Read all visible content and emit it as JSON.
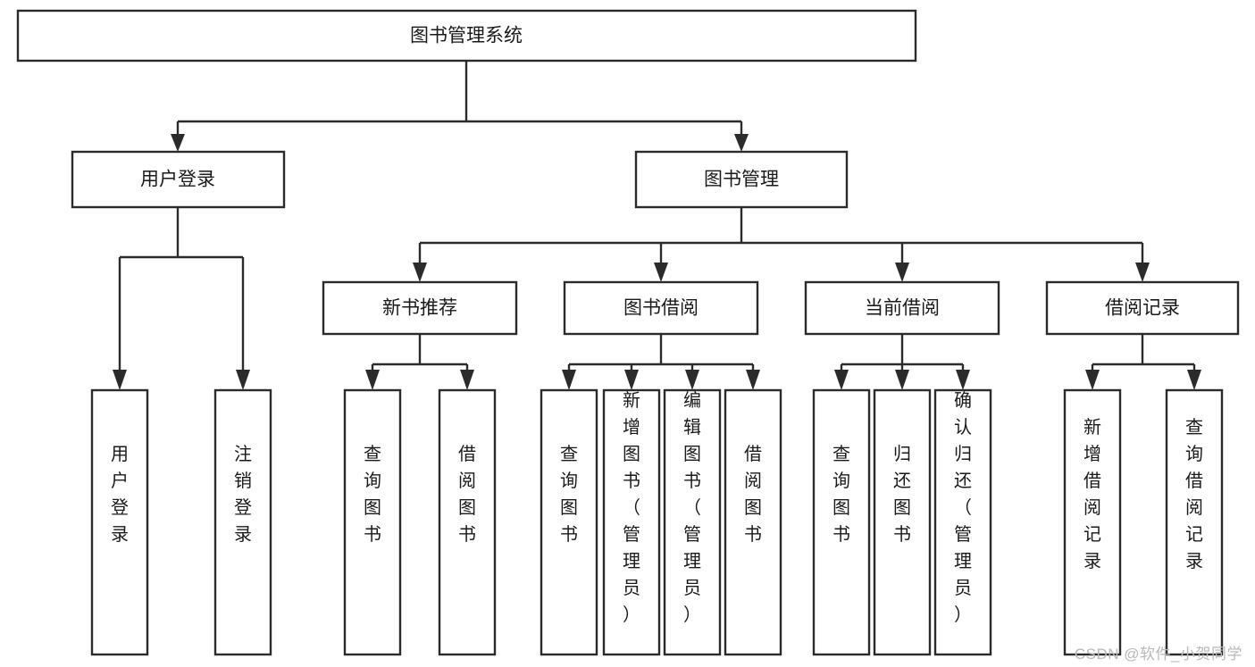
{
  "diagram": {
    "type": "tree-hierarchy",
    "title": "图书管理系统",
    "watermark": "CSDN @软件_小贺同学",
    "colors": {
      "stroke": "#2b2b2b",
      "fill": "#ffffff",
      "text": "#1a1a1a",
      "watermark": "#b9b9b9",
      "background": "#ffffff"
    },
    "levels": [
      {
        "level": 1,
        "nodes": [
          {
            "id": "root",
            "label": "图书管理系统",
            "orientation": "horizontal"
          }
        ]
      },
      {
        "level": 2,
        "nodes": [
          {
            "id": "user-login",
            "label": "用户登录",
            "orientation": "horizontal",
            "parent": "root"
          },
          {
            "id": "book-manage",
            "label": "图书管理",
            "orientation": "horizontal",
            "parent": "root"
          }
        ]
      },
      {
        "level": 3,
        "nodes": [
          {
            "id": "new-book-rec",
            "label": "新书推荐",
            "orientation": "horizontal",
            "parent": "book-manage"
          },
          {
            "id": "book-borrow",
            "label": "图书借阅",
            "orientation": "horizontal",
            "parent": "book-manage"
          },
          {
            "id": "current-borrow",
            "label": "当前借阅",
            "orientation": "horizontal",
            "parent": "book-manage"
          },
          {
            "id": "borrow-record",
            "label": "借阅记录",
            "orientation": "horizontal",
            "parent": "book-manage"
          }
        ]
      },
      {
        "level": 4,
        "nodes": [
          {
            "id": "leaf-user-login",
            "label": "用户登录",
            "orientation": "vertical",
            "parent": "user-login"
          },
          {
            "id": "leaf-logout",
            "label": "注销登录",
            "orientation": "vertical",
            "parent": "user-login"
          },
          {
            "id": "leaf-query-book-1",
            "label": "查询图书",
            "orientation": "vertical",
            "parent": "new-book-rec"
          },
          {
            "id": "leaf-borrow-book-1",
            "label": "借阅图书",
            "orientation": "vertical",
            "parent": "new-book-rec"
          },
          {
            "id": "leaf-query-book-2",
            "label": "查询图书",
            "orientation": "vertical",
            "parent": "book-borrow"
          },
          {
            "id": "leaf-add-book",
            "label": "新增图书（管理员）",
            "orientation": "vertical",
            "parent": "book-borrow"
          },
          {
            "id": "leaf-edit-book",
            "label": "编辑图书（管理员）",
            "orientation": "vertical",
            "parent": "book-borrow"
          },
          {
            "id": "leaf-borrow-book-2",
            "label": "借阅图书",
            "orientation": "vertical",
            "parent": "book-borrow"
          },
          {
            "id": "leaf-query-book-3",
            "label": "查询图书",
            "orientation": "vertical",
            "parent": "current-borrow"
          },
          {
            "id": "leaf-return-book",
            "label": "归还图书",
            "orientation": "vertical",
            "parent": "current-borrow"
          },
          {
            "id": "leaf-confirm-return",
            "label": "确认归还（管理员）",
            "orientation": "vertical",
            "parent": "current-borrow"
          },
          {
            "id": "leaf-add-record",
            "label": "新增借阅记录",
            "orientation": "vertical",
            "parent": "borrow-record"
          },
          {
            "id": "leaf-query-record",
            "label": "查询借阅记录",
            "orientation": "vertical",
            "parent": "borrow-record"
          }
        ]
      }
    ]
  }
}
